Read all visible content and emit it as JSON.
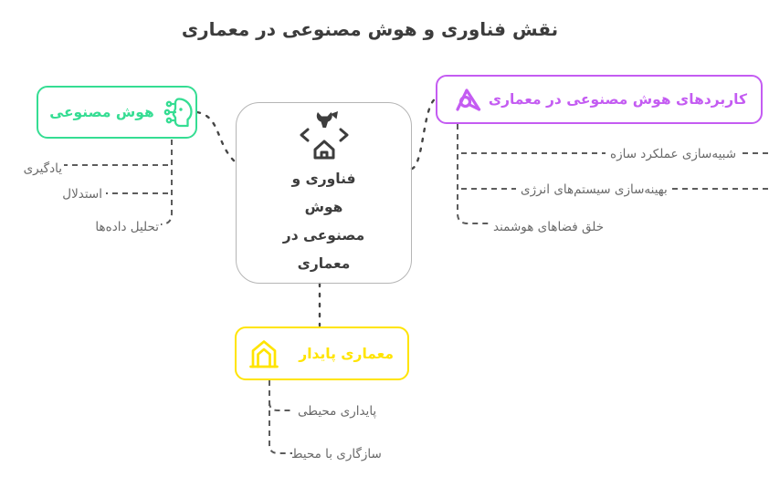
{
  "title": "نقش فناوری و هوش مصنوعی در معماری",
  "center_node": {
    "label": "فناوری و هوش مصنوعی در معماری",
    "icon": "code-brackets-wrench-house-icon"
  },
  "ai_node": {
    "label": "هوش مصنوعی",
    "icon": "ai-head-circuit-icon",
    "children": [
      {
        "label": "یادگیری"
      },
      {
        "label": "استدلال"
      },
      {
        "label": "تحلیل داده‌ها"
      }
    ]
  },
  "applications_node": {
    "label": "کاربردهای هوش مصنوعی در معماری",
    "icon": "stylized-letter-a-icon",
    "children": [
      {
        "label": "شبیه‌سازی عملکرد سازه"
      },
      {
        "label": "بهینه‌سازی سیستم‌های انرژی"
      },
      {
        "label": "خلق فضاهای هوشمند"
      }
    ]
  },
  "sustainable_node": {
    "label": "معماری پایدار",
    "icon": "eco-house-icon",
    "children": [
      {
        "label": "پایداری محیطی"
      },
      {
        "label": "سازگاری با محیط"
      }
    ]
  },
  "colors": {
    "ai_green": "#35dd93",
    "applications_purple": "#c45cf2",
    "sustainable_yellow": "#ffe400",
    "center_border_gray": "#b5b5b5",
    "dark_text": "#3d3d3d",
    "muted_text": "#6a6a6a",
    "connector": "#454545"
  }
}
